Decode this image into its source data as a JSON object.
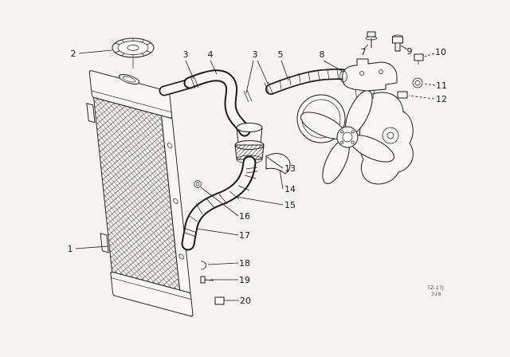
{
  "colors": {
    "background": "#f5f4f1",
    "ink": "#1c1c1c"
  },
  "callouts": [
    "1",
    "2",
    "3",
    "3",
    "4",
    "5",
    "8",
    "7",
    "9",
    "10",
    "11",
    "12",
    "13",
    "14",
    "15",
    "16",
    "17",
    "18",
    "19",
    "20"
  ],
  "footnote": {
    "line1": "TZ-17J",
    "line2": "318"
  }
}
